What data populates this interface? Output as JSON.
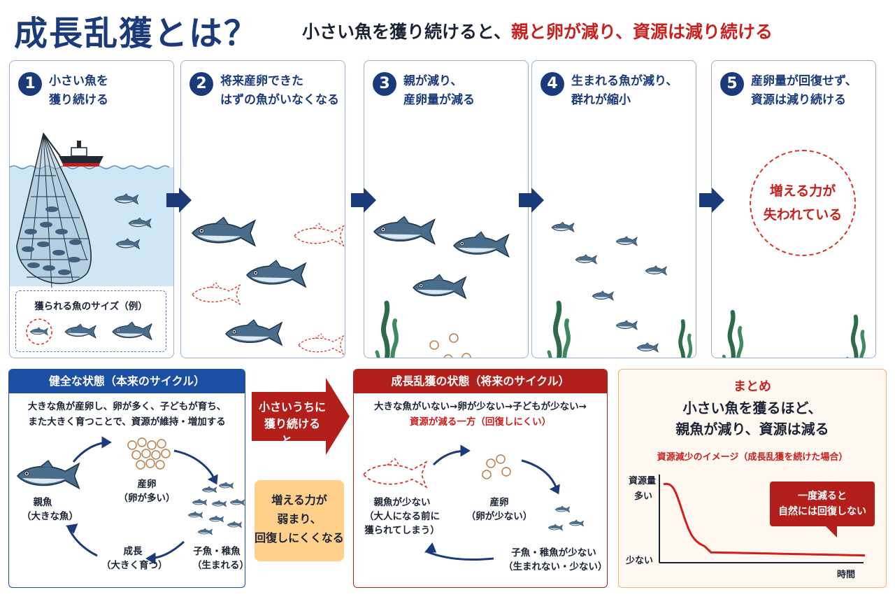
{
  "header": {
    "title": "成長乱獲とは？",
    "subtitle_black": "小さい魚を獲り続けると、",
    "subtitle_red": "親と卵が減り、資源は減り続ける"
  },
  "steps": [
    {
      "num": "1",
      "line1": "小さい魚を",
      "line2": "獲り続ける"
    },
    {
      "num": "2",
      "line1": "将来産卵できた",
      "line2": "はずの魚がいなくなる"
    },
    {
      "num": "3",
      "line1": "親が減り、",
      "line2": "産卵量が減る"
    },
    {
      "num": "4",
      "line1": "生まれる魚が減り、",
      "line2": "群れが縮小"
    },
    {
      "num": "5",
      "line1": "産卵量が回復せず、",
      "line2": "資源は減り続ける"
    }
  ],
  "size_box_label": "獲られる魚のサイズ（例）",
  "bubble": {
    "line1": "増える力が",
    "line2": "失われている"
  },
  "healthy": {
    "heading": "健全な状態（本来のサイクル）",
    "desc1": "大きな魚が産卵し、卵が多く、子どもが育ち、",
    "desc2": "また大きく育つことで、資源が維持・増加する",
    "parent1": "親魚",
    "parent2": "（大きな魚）",
    "egg1": "産卵",
    "egg2": "（卵が多い）",
    "young1": "子魚・稚魚",
    "young2": "（生まれる）",
    "grow1": "成長",
    "grow2": "（大きく育つ）"
  },
  "transition": {
    "line1": "小さいうちに",
    "line2": "獲り続けると…"
  },
  "weakened": {
    "line1": "増える力が",
    "line2": "弱まり、",
    "line3": "回復しにくくなる"
  },
  "overfished": {
    "heading": "成長乱獲の状態（将来のサイクル）",
    "desc1": "大きな魚がいない→卵が少ない→子どもが少ない→",
    "desc2": "資源が減る一方（回復しにくい）",
    "parent1": "親魚が少ない",
    "parent2": "（大人になる前に",
    "parent3": "獲られてしまう）",
    "egg1": "産卵",
    "egg2": "（卵が少ない）",
    "young1": "子魚・稚魚が少ない",
    "young2": "（生まれない・少ない）"
  },
  "summary": {
    "title": "まとめ",
    "line1": "小さい魚を獲るほど、",
    "line2": "親魚が減り、資源は減る",
    "caption": "資源減少のイメージ（成長乱獲を続けた場合）",
    "ylabel": "資源量",
    "y_high": "多い",
    "y_low": "少ない",
    "xlabel": "時間",
    "callout1": "一度減ると",
    "callout2": "自然には回復しない"
  },
  "colors": {
    "navy": "#1b3a7a",
    "red": "#c8201c",
    "water": "#cfe6f7",
    "fish": "#4a6d8c"
  }
}
